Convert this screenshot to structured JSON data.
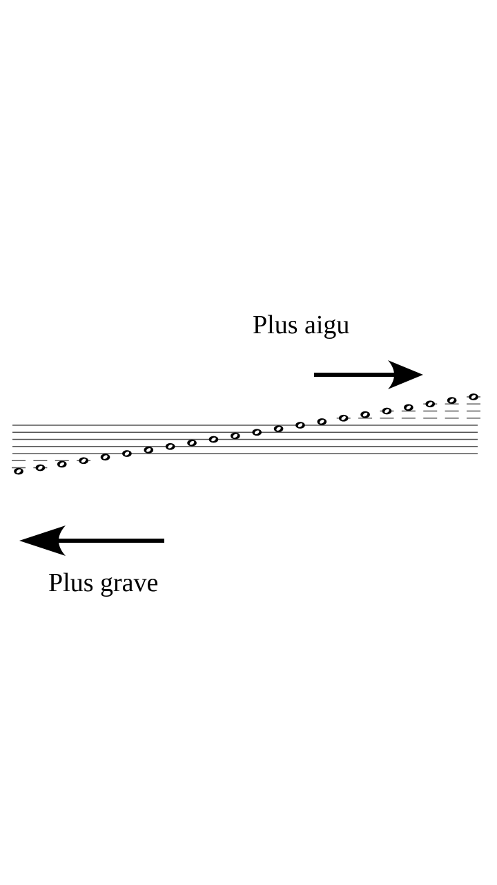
{
  "diagram": {
    "higher_label": "Plus aigu",
    "lower_label": "Plus grave",
    "ink_color": "#000000",
    "staff_line_color": "#555555",
    "staff": {
      "line_count": 5,
      "note_count": 22,
      "note_steps": [
        -5,
        -4,
        -3,
        -2,
        -1,
        0,
        1,
        2,
        3,
        4,
        5,
        6,
        7,
        8,
        9,
        10,
        11,
        12,
        13,
        14,
        15,
        16
      ]
    },
    "higher_arrow_icon": "arrow-right-icon",
    "lower_arrow_icon": "arrow-left-icon",
    "note_icon": "whole-note-icon"
  }
}
